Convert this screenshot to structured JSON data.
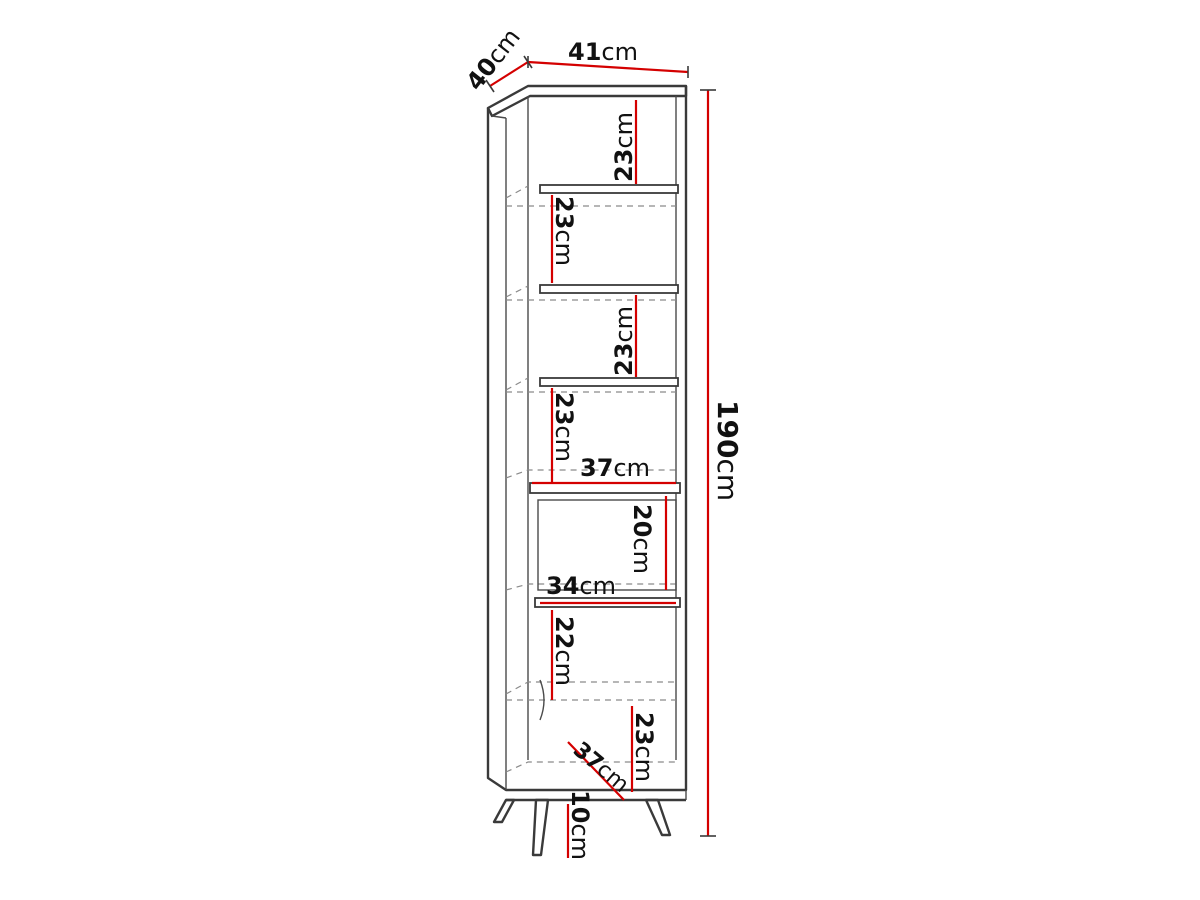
{
  "labels": {
    "depth": {
      "value": "40",
      "unit": "cm"
    },
    "width": {
      "value": "41",
      "unit": "cm"
    },
    "height": {
      "value": "190",
      "unit": "cm"
    },
    "c1": {
      "value": "23",
      "unit": "cm"
    },
    "c2": {
      "value": "23",
      "unit": "cm"
    },
    "c3": {
      "value": "23",
      "unit": "cm"
    },
    "c4": {
      "value": "23",
      "unit": "cm"
    },
    "inner_width_top": {
      "value": "37",
      "unit": "cm"
    },
    "c5": {
      "value": "20",
      "unit": "cm"
    },
    "inner_width_mid": {
      "value": "34",
      "unit": "cm"
    },
    "c6": {
      "value": "22",
      "unit": "cm"
    },
    "c7": {
      "value": "23",
      "unit": "cm"
    },
    "inner_depth": {
      "value": "37",
      "unit": "cm"
    },
    "leg_height": {
      "value": "10",
      "unit": "cm"
    }
  },
  "colors": {
    "dimension_line": "#d40000",
    "outline": "#3a3a3a"
  }
}
